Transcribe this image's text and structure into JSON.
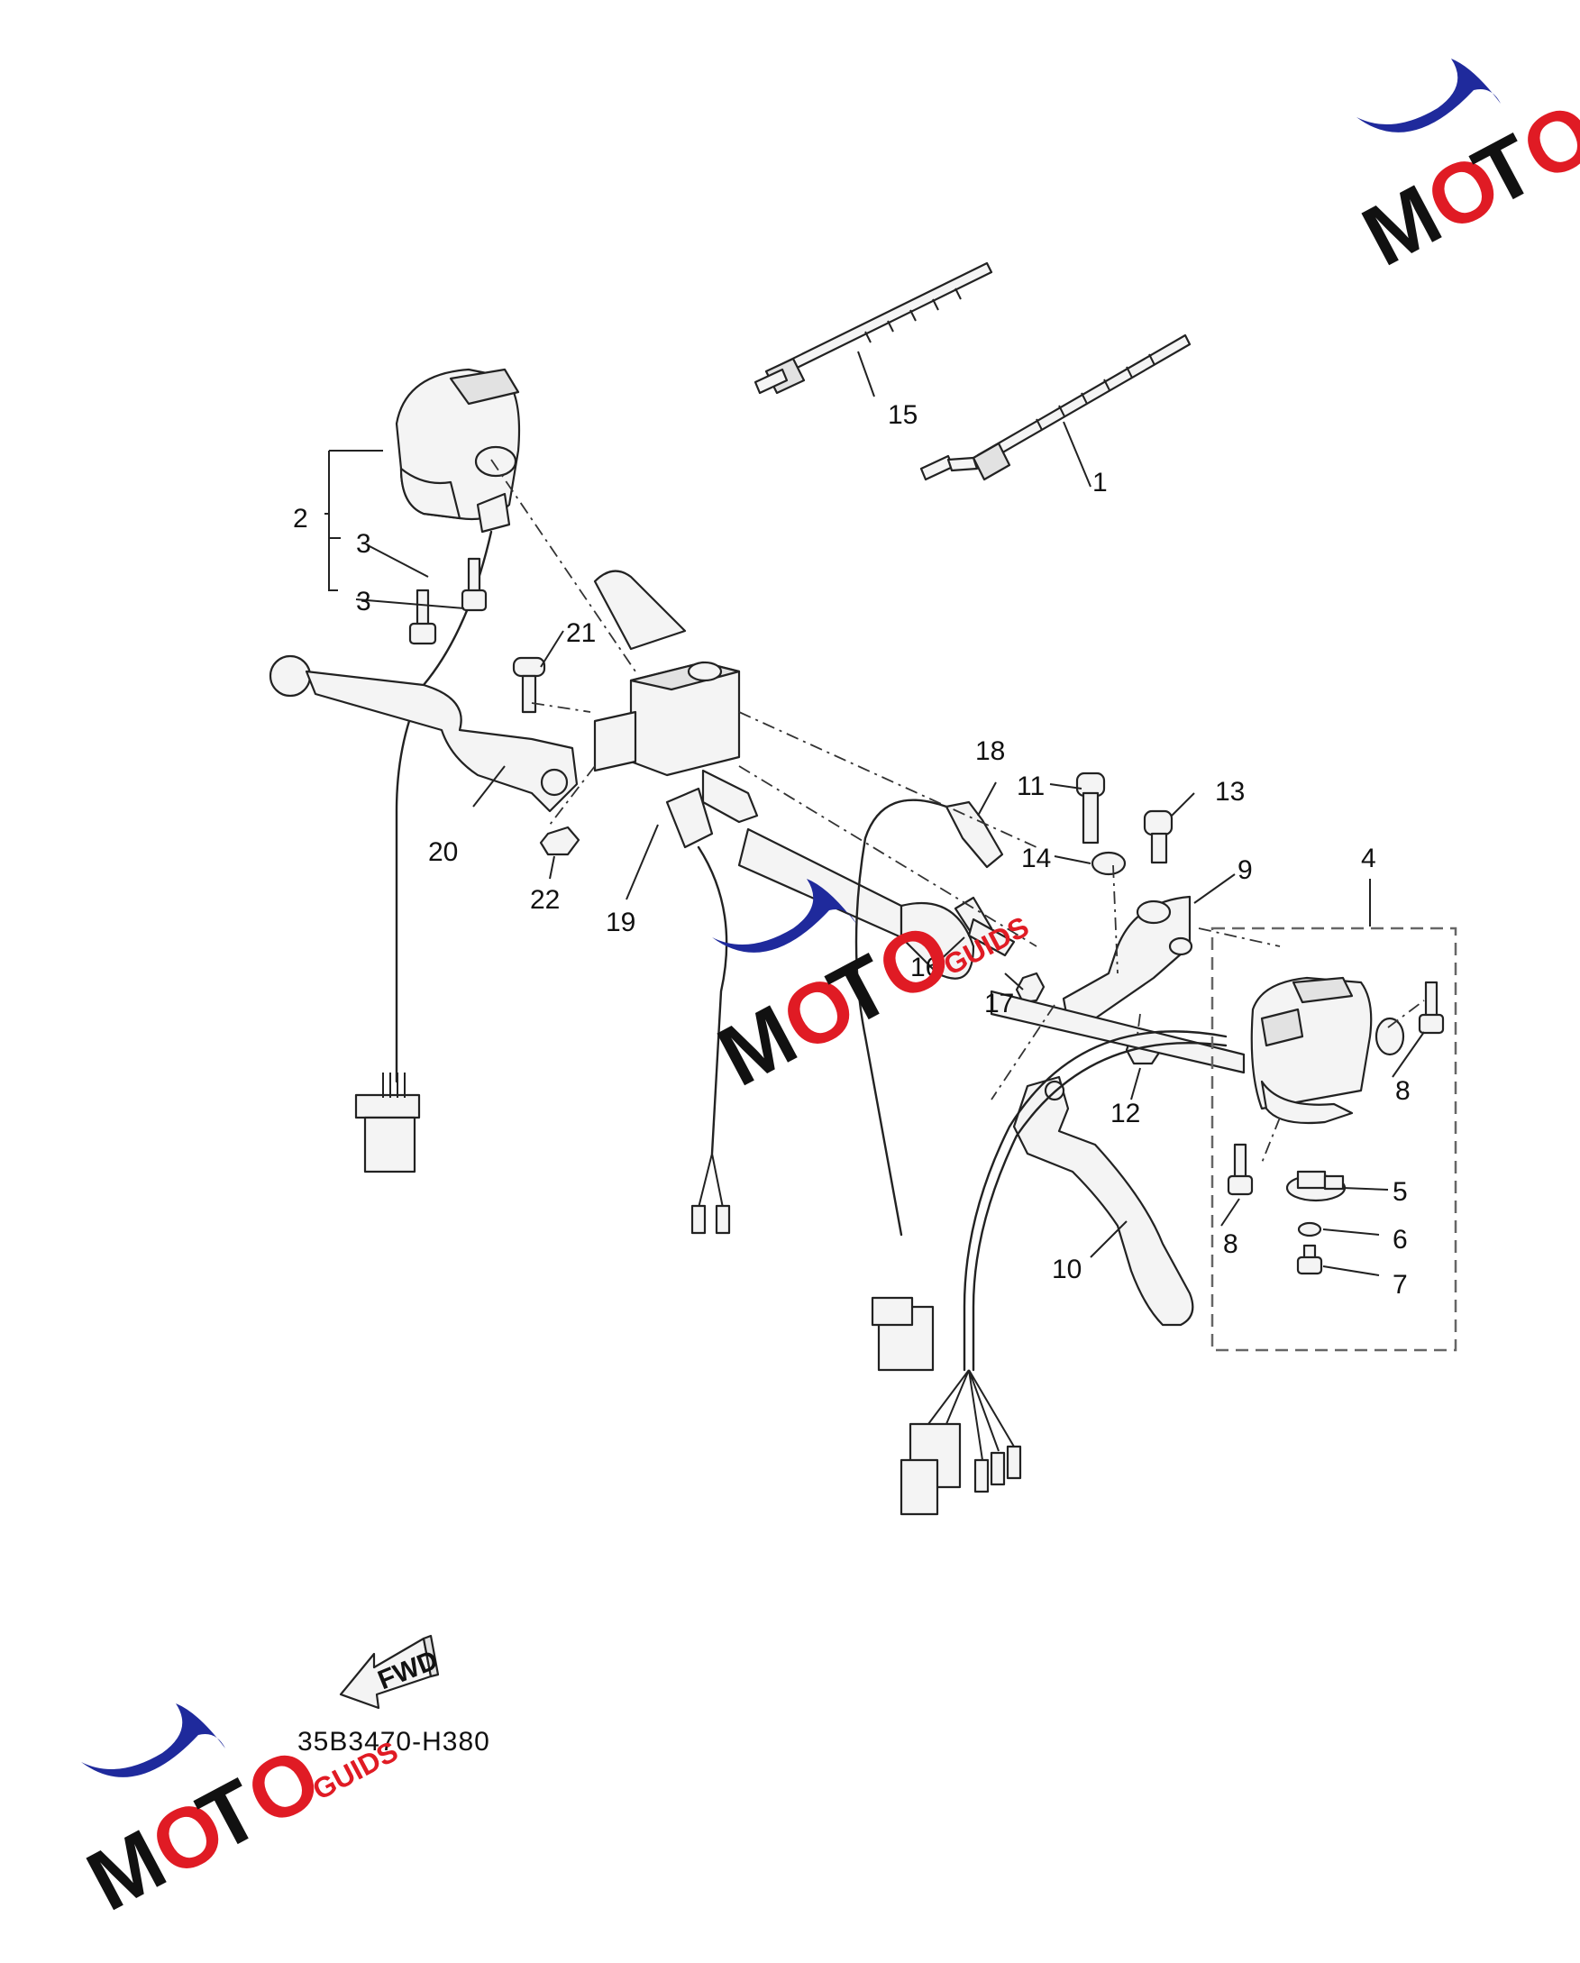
{
  "diagram": {
    "diagram_code": "35B3470-H380",
    "fwd_arrow_text": "FWD",
    "callouts": [
      "1",
      "2",
      "3",
      "3",
      "4",
      "5",
      "6",
      "7",
      "8",
      "8",
      "9",
      "10",
      "11",
      "12",
      "13",
      "14",
      "15",
      "16",
      "17",
      "18",
      "19",
      "20",
      "21",
      "22"
    ]
  },
  "watermark": {
    "brand_letters": "MOTO",
    "brand_suffix": "GUIDS",
    "colors": {
      "blue": "#1f2a9c",
      "red": "#e01b24",
      "black": "#111111"
    }
  }
}
